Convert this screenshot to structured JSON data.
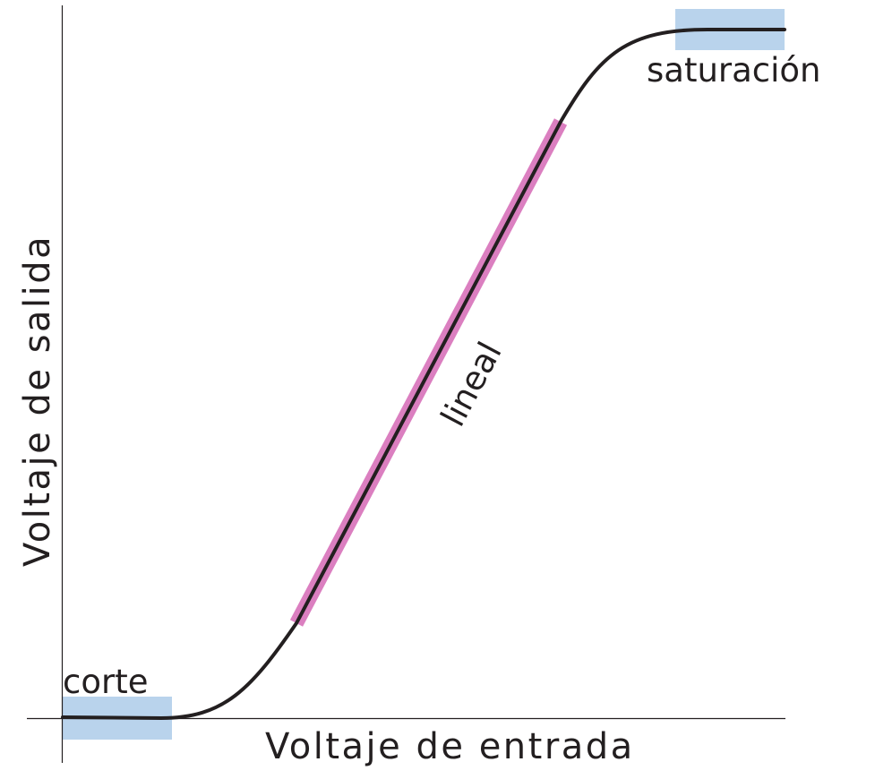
{
  "chart_data": {
    "type": "line",
    "title": "",
    "xlabel": "Voltaje de entrada",
    "ylabel": "Voltaje de salida",
    "grid": false,
    "regions": [
      {
        "label": "corte"
      },
      {
        "label": "lineal"
      },
      {
        "label": "saturación"
      }
    ]
  },
  "colors": {
    "curve": "#231f20",
    "axis": "#231f20",
    "cutoff_region": "#b9d3ec",
    "saturation_region": "#b9d3ec",
    "linear_region": "#db7fc0"
  }
}
